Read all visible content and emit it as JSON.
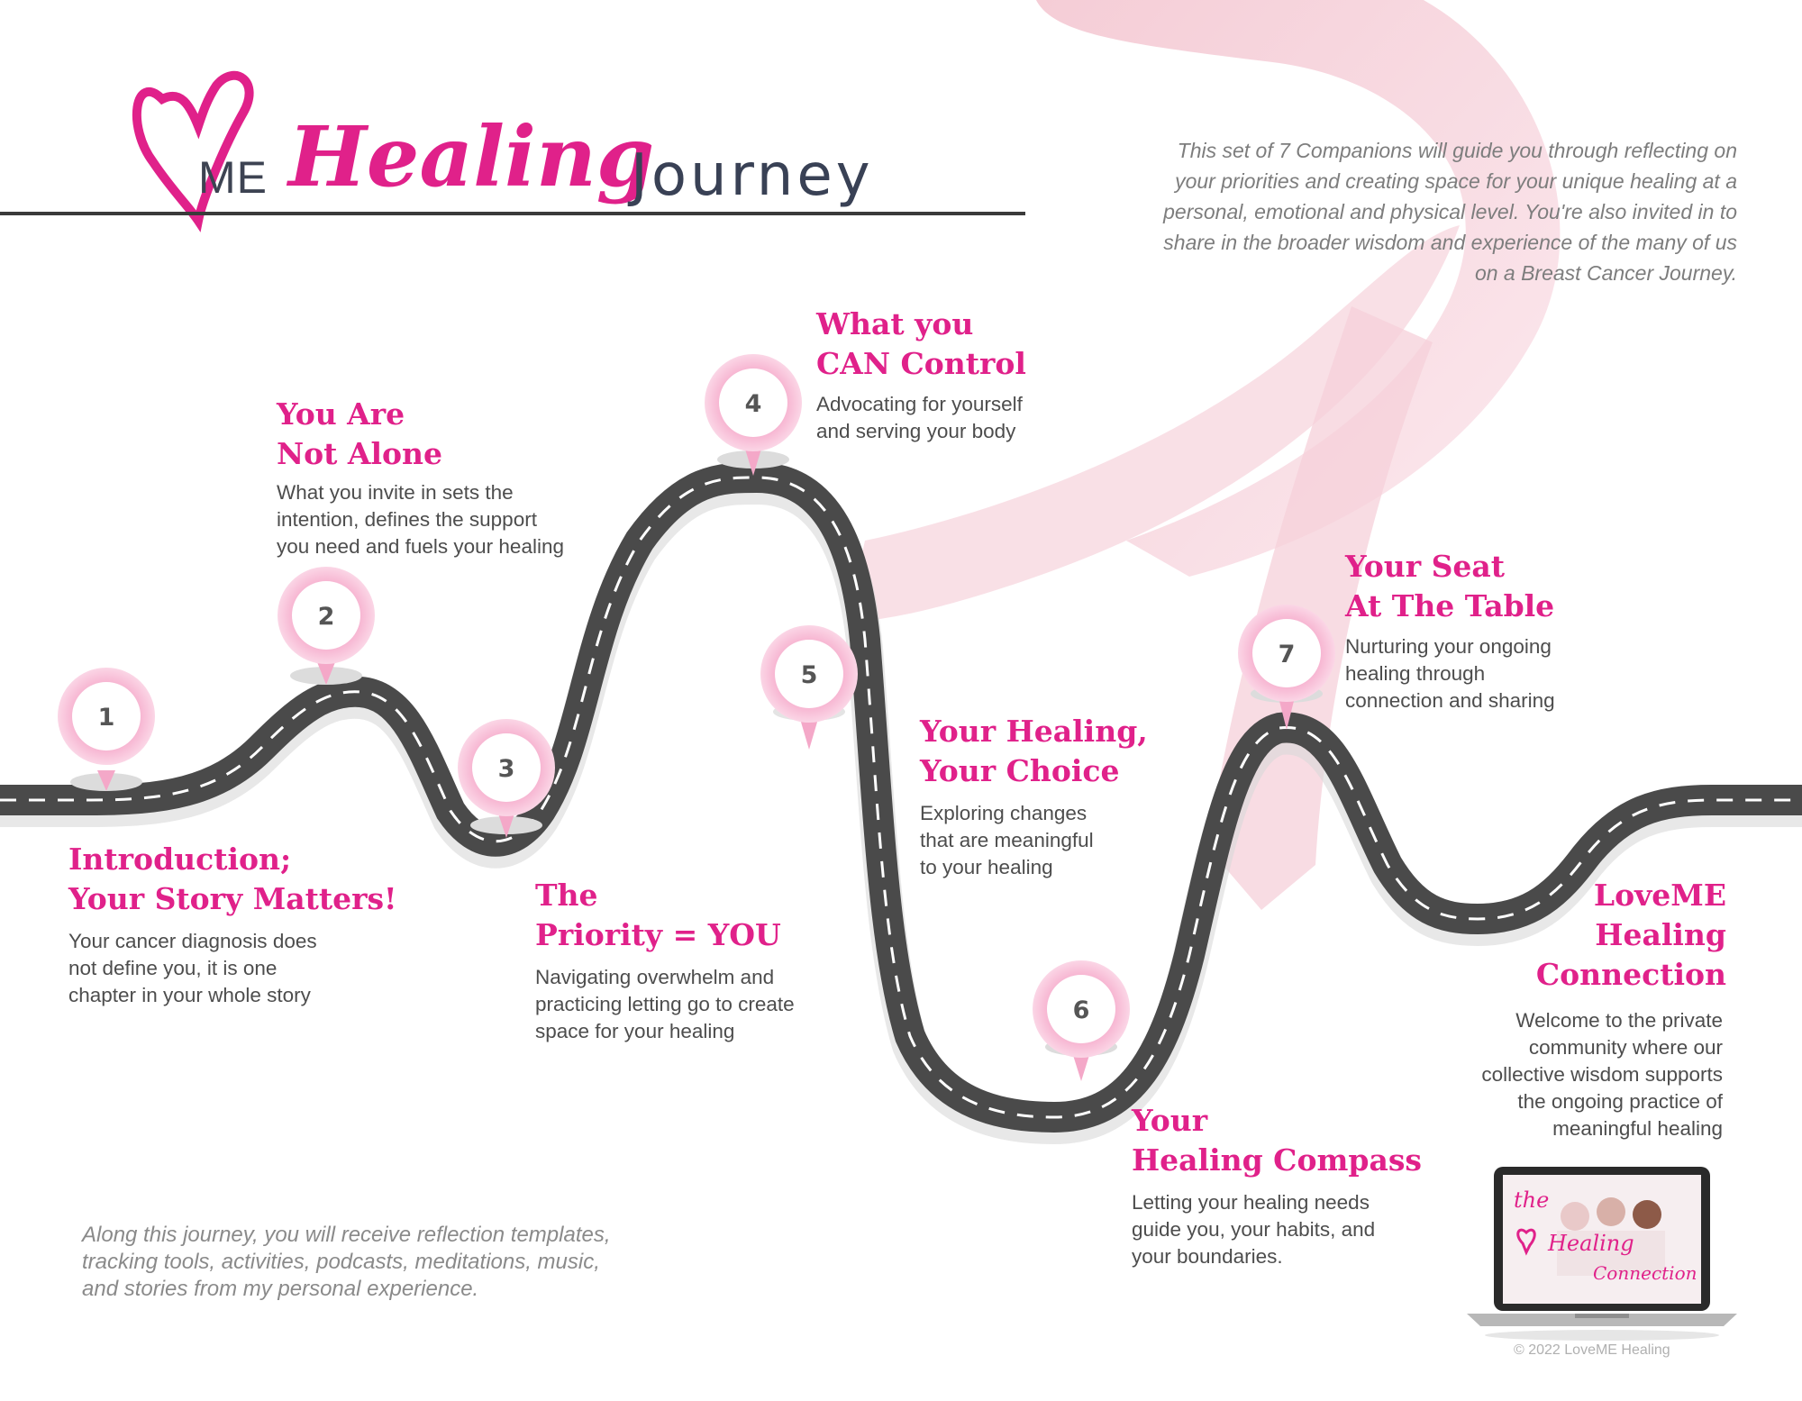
{
  "header": {
    "title_me": "ME",
    "title_healing": "Healing",
    "title_journey": "Journey"
  },
  "intro_text": "This set of 7 Companions will guide you through reflecting on\nyour priorities and creating space for your unique healing at a\npersonal, emotional and physical level.  You're also invited in to\nshare in the broader wisdom and experience of the many of us\non a Breast Cancer Journey.",
  "stops": [
    {
      "number": "1",
      "title": "Introduction;\nYour Story Matters!",
      "description": "Your cancer diagnosis does\nnot define you, it is one\nchapter in your whole story"
    },
    {
      "number": "2",
      "title": "You Are\nNot Alone",
      "description": "What you invite in sets the\nintention, defines the support\nyou need and fuels your healing"
    },
    {
      "number": "3",
      "title": "The\nPriority = YOU",
      "description": "Navigating overwhelm and\npracticing letting go to create\nspace for your healing"
    },
    {
      "number": "4",
      "title": "What you\nCAN Control",
      "description": "Advocating for yourself\nand serving your body"
    },
    {
      "number": "5",
      "title": "Your Healing,\nYour Choice",
      "description": "Exploring changes\nthat are meaningful\nto your healing"
    },
    {
      "number": "6",
      "title": "Your\nHealing Compass",
      "description": "Letting your healing needs\nguide you, your habits, and\nyour boundaries."
    },
    {
      "number": "7",
      "title": "Your Seat\nAt The Table",
      "description": "Nurturing your ongoing\nhealing through\nconnection and sharing"
    }
  ],
  "connection": {
    "title": "LoveME\nHealing\nConnection",
    "description": "Welcome to the private\ncommunity where our\ncollective wisdom supports\nthe ongoing practice of\nmeaningful healing"
  },
  "laptop_screen": {
    "line1": "the",
    "line2": "Healing",
    "line3": "Connection"
  },
  "footer_note": "Along this journey, you will receive reflection templates,\ntracking tools, activities, podcasts, meditations, music,\nand stories from my personal experience.",
  "copyright": "© 2022 LoveME Healing",
  "colors": {
    "accent_pink": "#e0218a",
    "road": "#4a4a4a",
    "ribbon": "#f5cfd8"
  }
}
